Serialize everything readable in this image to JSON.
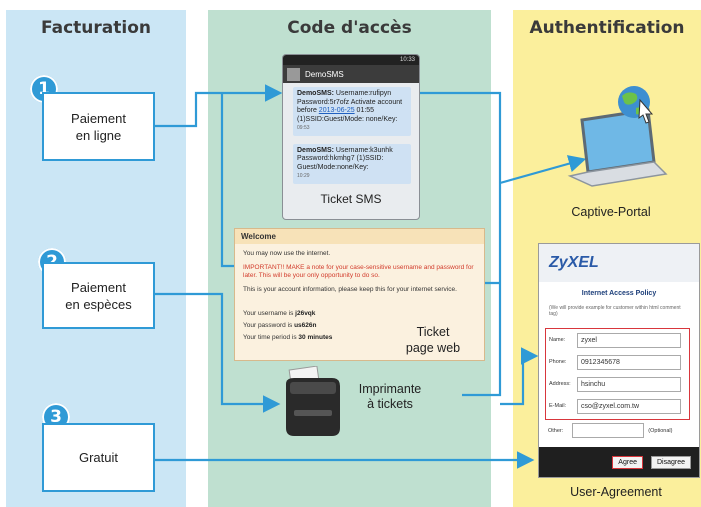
{
  "columns": {
    "billing": "Facturation",
    "access_code": "Code d'accès",
    "authentication": "Authentification"
  },
  "options": [
    {
      "number": "1",
      "label_line1": "Paiement",
      "label_line2": "en ligne"
    },
    {
      "number": "2",
      "label_line1": "Paiement",
      "label_line2": "en espèces"
    },
    {
      "number": "3",
      "label_line1": "Gratuit",
      "label_line2": ""
    }
  ],
  "sms": {
    "status_time": "10:33",
    "sender": "DemoSMS",
    "message1": {
      "prefix": "DemoSMS:",
      "text_a": " Username:rufipyn Password:5r7ofz Activate account before ",
      "link": "2013-06-25",
      "text_b": " 01:55 (1)SSID:Guest/Mode: none/Key:",
      "time": "09:53"
    },
    "message2": {
      "prefix": "DemoSMS:",
      "text": " Username:k3unhk Password:hkmhg7 (1)SSID: Guest/Mode:none/Key:",
      "time": "10:29"
    },
    "caption": "Ticket SMS"
  },
  "web_ticket": {
    "title": "Welcome",
    "line1": "You may now use the internet.",
    "warning": "IMPORTANT!! MAKE a note for your case-sensitive username and password for later. This will be your only opportunity to do so.",
    "info": "This is your account information, please keep this for your internet service.",
    "username_label": "Your username is ",
    "username": "j26vqk",
    "password_label": "Your password is ",
    "password": "us626n",
    "period_label": "Your time period is ",
    "period": "30 minutes",
    "caption_line1": "Ticket",
    "caption_line2": "page web"
  },
  "printer": {
    "caption_line1": "Imprimante",
    "caption_line2": "à tickets"
  },
  "captive_portal": {
    "caption": "Captive-Portal"
  },
  "user_agreement": {
    "logo": "ZyXEL",
    "title": "Internet Access Policy",
    "note": "(We will provide example for customer within html comment tag)",
    "fields": [
      {
        "label": "Name:",
        "value": "zyxel"
      },
      {
        "label": "Phone:",
        "value": "0912345678"
      },
      {
        "label": "Address:",
        "value": "hsinchu"
      },
      {
        "label": "E-Mail:",
        "value": "cso@zyxel.com.tw"
      }
    ],
    "other_label": "Other:",
    "other_hint": "(Optional)",
    "agree": "Agree",
    "disagree": "Disagree",
    "caption": "User-Agreement"
  },
  "colors": {
    "arrow": "#2f9ad6",
    "billing_bg": "#cbe6f5",
    "access_bg": "#bfe0d0",
    "auth_bg": "#fbef9c"
  }
}
